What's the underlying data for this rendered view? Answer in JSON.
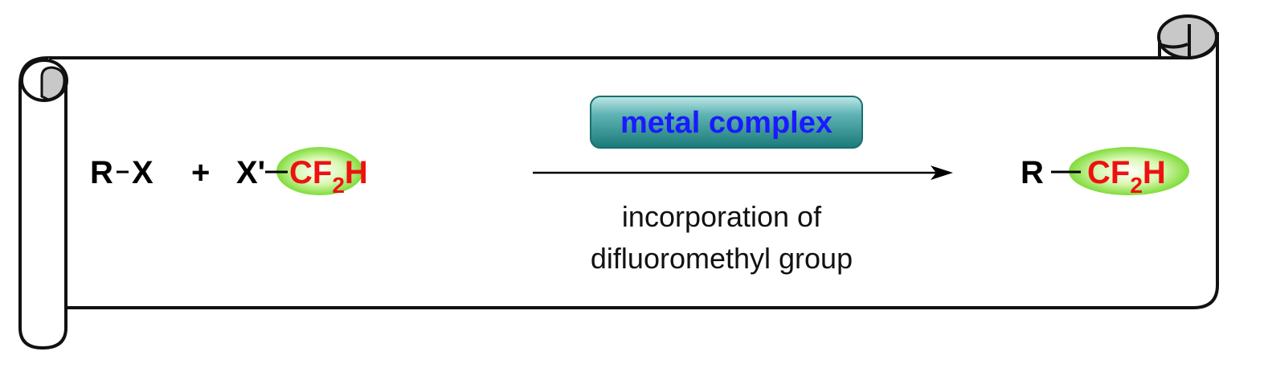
{
  "reactant1": {
    "r": "R",
    "x": "X"
  },
  "plus": "+",
  "reactant2": {
    "x": "X'",
    "group_main": "CF",
    "group_sub": "2",
    "group_end": "H"
  },
  "reagent": "metal complex",
  "arrow_caption": [
    "incorporation of",
    "difluoromethyl group"
  ],
  "product": {
    "r": "R",
    "group_main": "CF",
    "group_sub": "2",
    "group_end": "H"
  },
  "colors": {
    "badge": "#1f8f8f",
    "group_highlight": "#8ee84a",
    "group_text": "#ee1111",
    "reagent_text": "#1a1aff"
  }
}
